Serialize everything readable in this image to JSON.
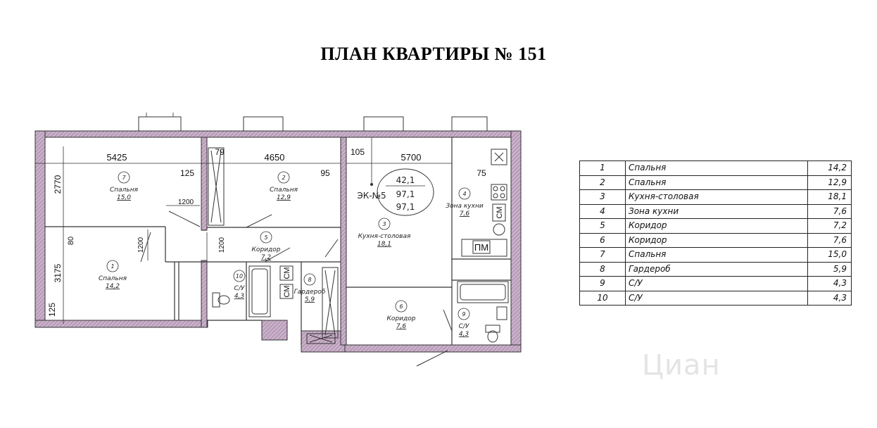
{
  "title": "ПЛАН КВАРТИРЫ № 151",
  "apartment_label": "ЭК-№5",
  "apartment_areas": [
    "42,1",
    "97,1",
    "97,1"
  ],
  "dimensions": [
    "5425",
    "4650",
    "5700",
    "2770",
    "3175",
    "125",
    "79",
    "105",
    "125",
    "95",
    "75",
    "1200",
    "1200",
    "1200",
    "80"
  ],
  "rooms": [
    {
      "num": "7",
      "name": "Спальня",
      "area": "15,0"
    },
    {
      "num": "2",
      "name": "Спальня",
      "area": "12,9"
    },
    {
      "num": "3",
      "name": "Кухня-столовая",
      "area": "18,1"
    },
    {
      "num": "4",
      "name": "Зона кухни",
      "area": "7,6"
    },
    {
      "num": "5",
      "name": "Коридор",
      "area": "7,2"
    },
    {
      "num": "1",
      "name": "Спальня",
      "area": "14,2"
    },
    {
      "num": "10",
      "name": "С/У",
      "area": "4,3"
    },
    {
      "num": "8",
      "name": "Гардероб",
      "area": "5,9"
    },
    {
      "num": "6",
      "name": "Коридор",
      "area": "7,6"
    },
    {
      "num": "9",
      "name": "С/У",
      "area": "4,3"
    }
  ],
  "appliances": {
    "pm": "ПМ",
    "sm": "СМ"
  },
  "table": {
    "rows": [
      {
        "num": "1",
        "name": "Спальня",
        "area": "14,2"
      },
      {
        "num": "2",
        "name": "Спальня",
        "area": "12,9"
      },
      {
        "num": "3",
        "name": "Кухня-столовая",
        "area": "18,1"
      },
      {
        "num": "4",
        "name": "Зона кухни",
        "area": "7,6"
      },
      {
        "num": "5",
        "name": "Коридор",
        "area": "7,2"
      },
      {
        "num": "6",
        "name": "Коридор",
        "area": "7,6"
      },
      {
        "num": "7",
        "name": "Спальня",
        "area": "15,0"
      },
      {
        "num": "8",
        "name": "Гардероб",
        "area": "5,9"
      },
      {
        "num": "9",
        "name": "С/У",
        "area": "4,3"
      },
      {
        "num": "10",
        "name": "С/У",
        "area": "4,3"
      }
    ]
  },
  "watermark": "Циан",
  "colors": {
    "wall_fill": "#b89ab8",
    "wall_stroke": "#333333",
    "line": "#222222"
  }
}
